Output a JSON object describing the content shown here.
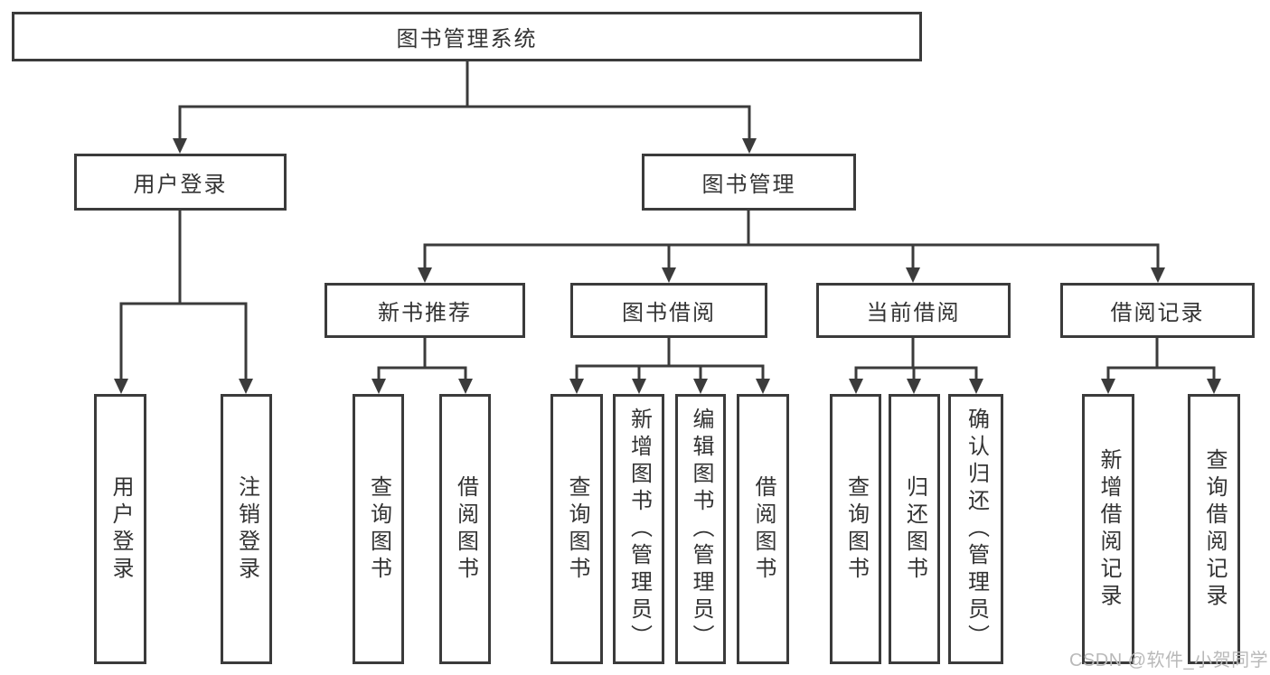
{
  "diagram": {
    "root": {
      "label": "图书管理系统"
    },
    "branches": [
      {
        "label": "用户登录",
        "children": [
          {
            "label": "用户登录"
          },
          {
            "label": "注销登录"
          }
        ]
      },
      {
        "label": "图书管理",
        "children": [
          {
            "label": "新书推荐",
            "children": [
              {
                "label": "查询图书"
              },
              {
                "label": "借阅图书"
              }
            ]
          },
          {
            "label": "图书借阅",
            "children": [
              {
                "label": "查询图书"
              },
              {
                "label": "新增图书（管理员）"
              },
              {
                "label": "编辑图书（管理员）"
              },
              {
                "label": "借阅图书"
              }
            ]
          },
          {
            "label": "当前借阅",
            "children": [
              {
                "label": "查询图书"
              },
              {
                "label": "归还图书"
              },
              {
                "label": "确认归还（管理员）"
              }
            ]
          },
          {
            "label": "借阅记录",
            "children": [
              {
                "label": "新增借阅记录"
              },
              {
                "label": "查询借阅记录"
              }
            ]
          }
        ]
      }
    ]
  },
  "watermark": {
    "text": "CSDN @软件_小贺同学"
  },
  "colors": {
    "line": "#3b3b3b",
    "text": "#333333",
    "background": "#ffffff",
    "watermark": "#b9b9b9"
  }
}
